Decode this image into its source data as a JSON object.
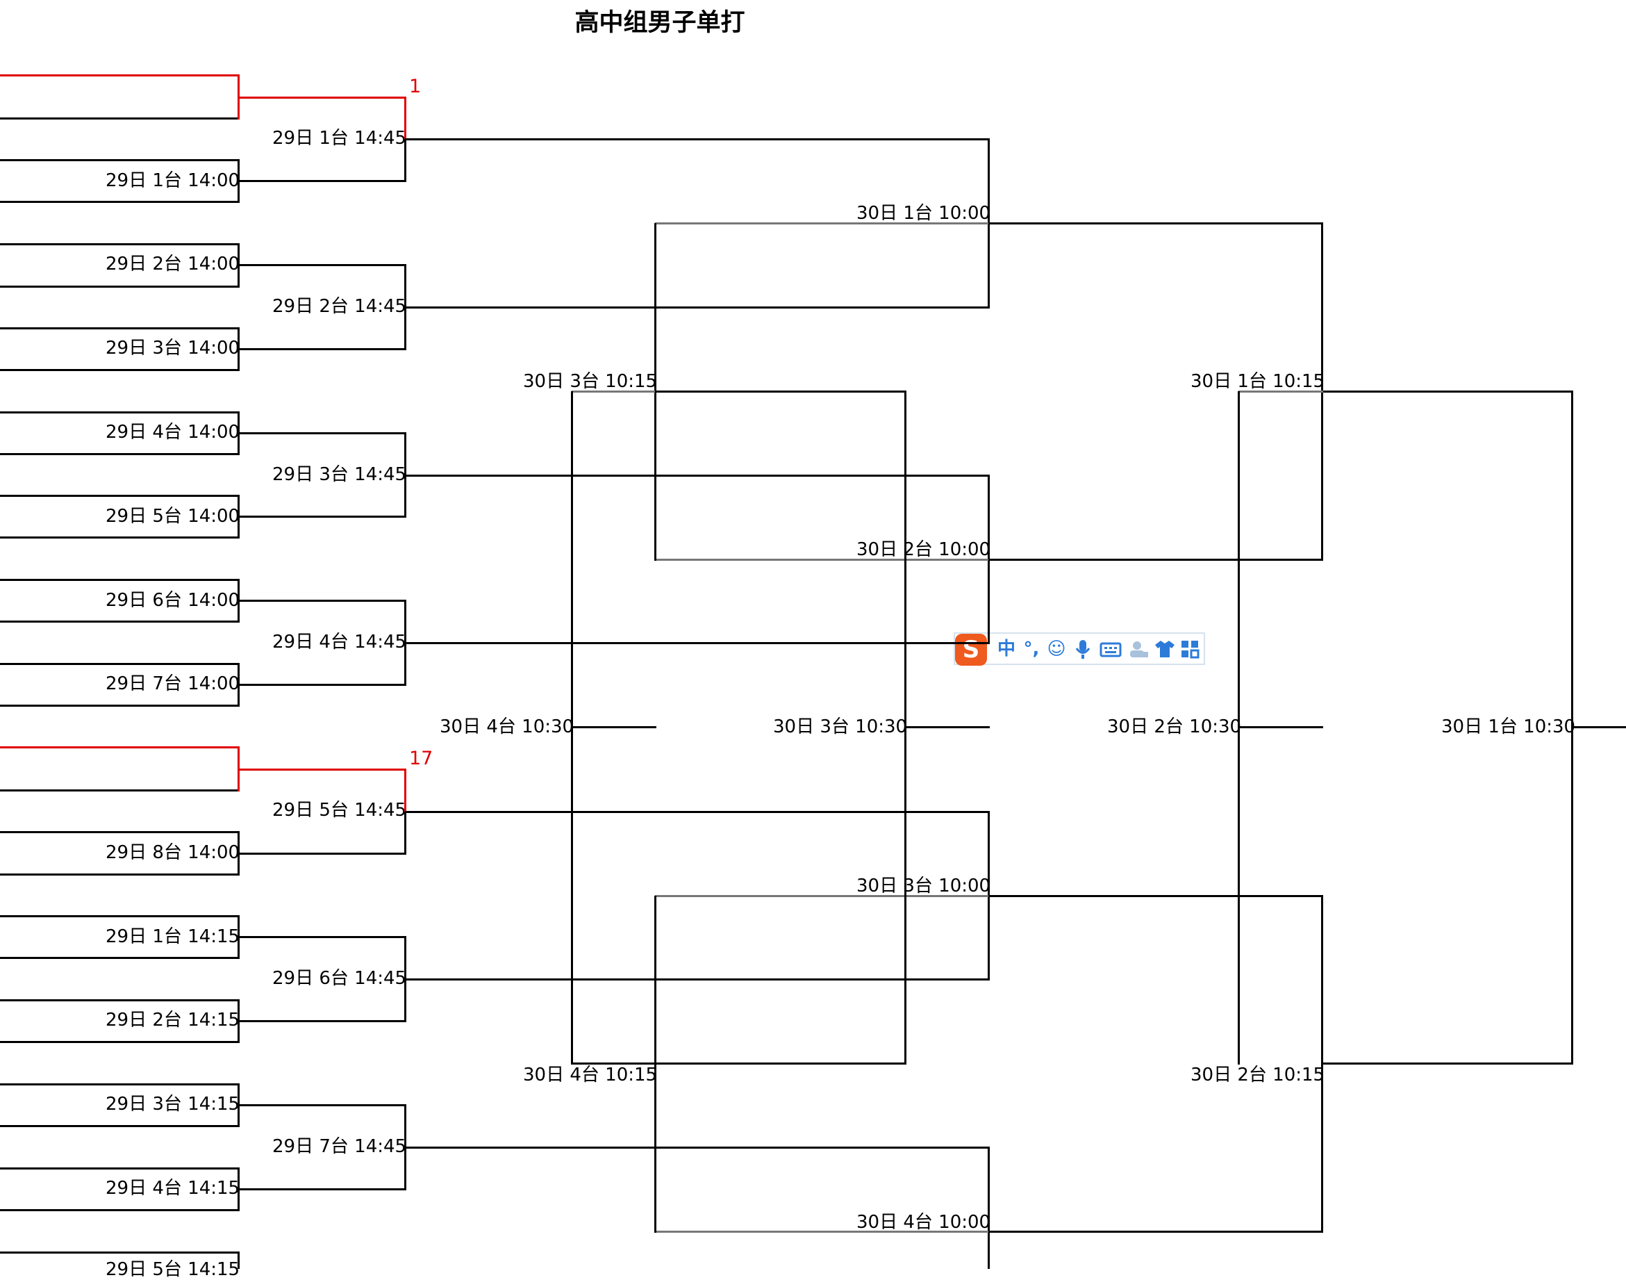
{
  "title": "高中组男子单打",
  "seeds": [
    "1",
    "17"
  ],
  "round1_labels": [
    "29日 1台 14:00",
    "29日 2台 14:00",
    "29日 3台 14:00",
    "29日 4台 14:00",
    "29日 5台 14:00",
    "29日 6台 14:00",
    "29日 7台 14:00",
    "29日 8台 14:00",
    "29日 1台 14:15",
    "29日 2台 14:15",
    "29日 3台 14:15",
    "29日 4台 14:15",
    "29日 5台 14:15"
  ],
  "round2_labels": [
    "29日 1台 14:45",
    "29日 2台 14:45",
    "29日 3台 14:45",
    "29日 4台 14:45",
    "29日 5台 14:45",
    "29日 6台 14:45",
    "29日 7台 14:45"
  ],
  "round3_labels": [
    "30日 1台 10:00",
    "30日 2台 10:00",
    "30日 3台 10:00",
    "30日 4台 10:00"
  ],
  "round3b_labels": [
    "30日 3台 10:15",
    "30日 1台 10:15",
    "30日 4台 10:15",
    "30日 2台 10:15"
  ],
  "round4_labels": [
    "30日 4台 10:30",
    "30日 3台 10:30",
    "30日 2台 10:30",
    "30日 1台 10:30"
  ],
  "ime": {
    "logo": "S",
    "items": [
      "中",
      "°,",
      "☺",
      "mic-icon",
      "keyboard-icon",
      "user-icon",
      "shirt-icon",
      "grid-icon"
    ],
    "accent": "#2d7bd8",
    "brand": "#ef5a1f"
  }
}
